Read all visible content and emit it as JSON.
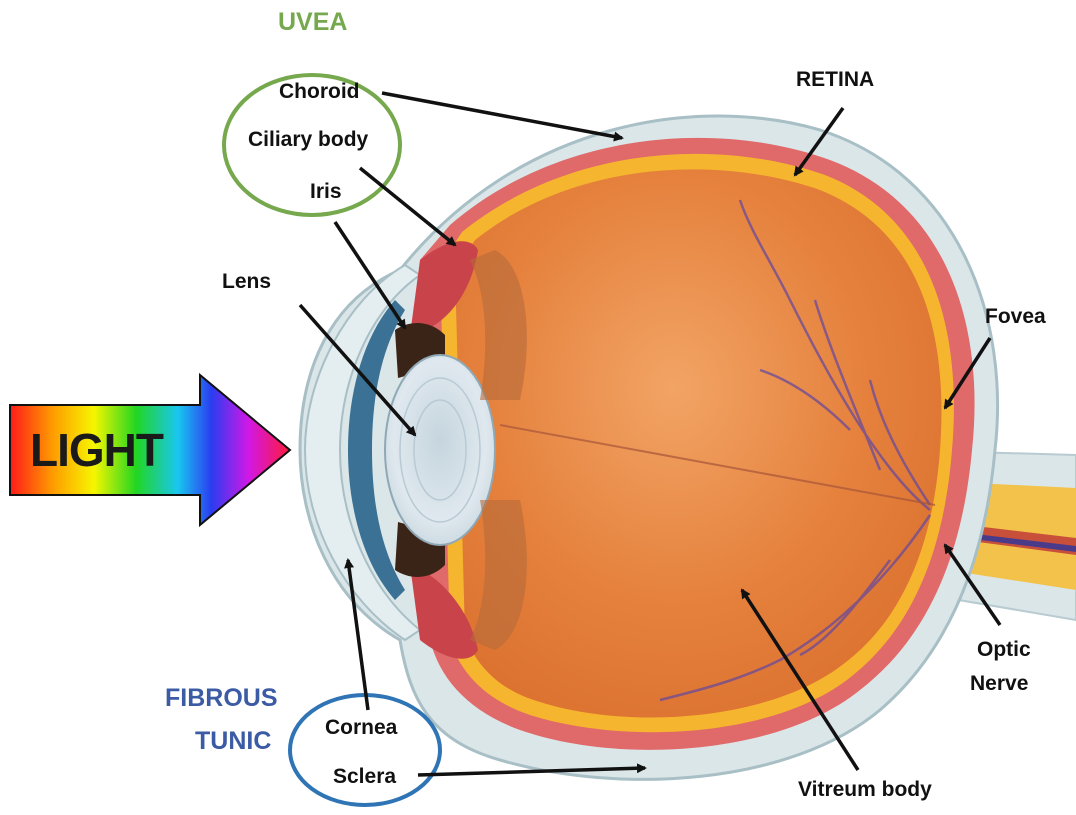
{
  "labels": {
    "uvea": "UVEA",
    "choroid": "Choroid",
    "ciliary_body": "Ciliary body",
    "iris": "Iris",
    "retina": "RETINA",
    "lens": "Lens",
    "fovea": "Fovea",
    "light": "LIGHT",
    "optic_nerve_1": "Optic",
    "optic_nerve_2": "Nerve",
    "fibrous_1": "FIBROUS",
    "fibrous_2": "TUNIC",
    "cornea": "Cornea",
    "sclera": "Sclera",
    "vitreum_body": "Vitreum body"
  },
  "colors": {
    "uvea_circle": "#76a84d",
    "fibrous_circle": "#2f74b5",
    "sclera": "#dbe6e9",
    "choroid": "#e0696a",
    "retina": "#f6b52e",
    "vitreous": "#e5813d",
    "lens": "#dfe8ee",
    "iris": "#3a2417",
    "optic_nerve": "#f3c24a"
  }
}
